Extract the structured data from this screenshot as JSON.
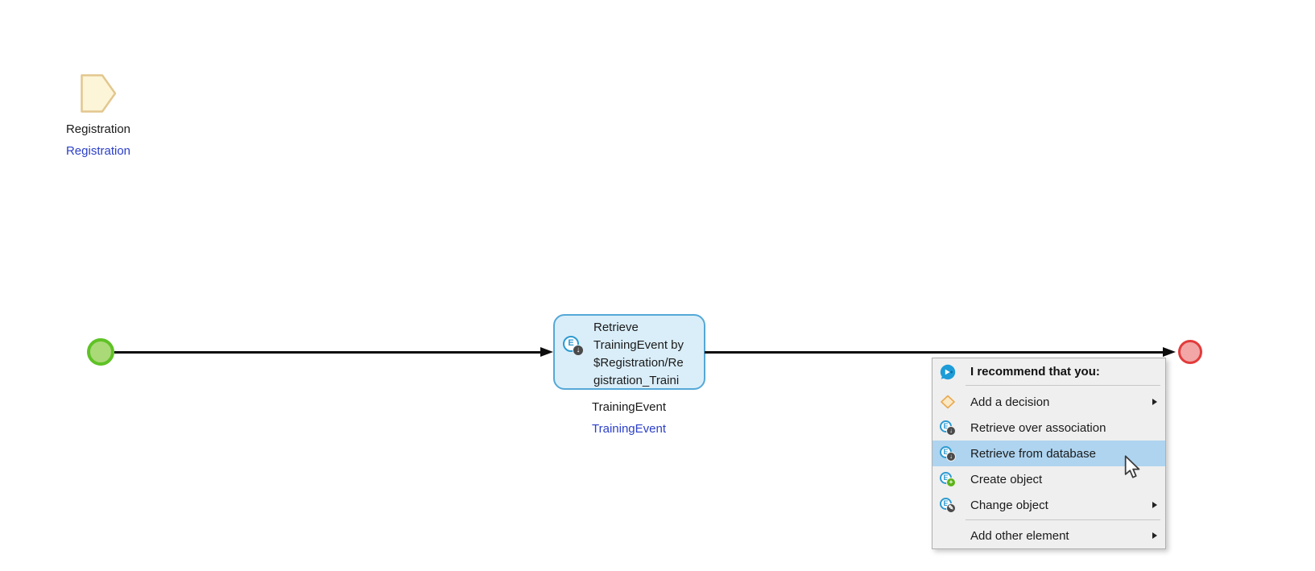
{
  "canvas": {
    "parameter": {
      "caption": "Registration",
      "entity_caption": "Registration",
      "icon": "parameter-icon"
    },
    "activity": {
      "caption_lines": [
        "Retrieve",
        "TrainingEvent by",
        "$Registration/Re",
        "gistration_Traini"
      ],
      "icon": "retrieve-activity-icon",
      "output_caption": "TrainingEvent",
      "output_entity_caption": "TrainingEvent"
    },
    "start_event_icon": "start-event",
    "end_event_icon": "end-event"
  },
  "menu": {
    "title": "I recommend that you:",
    "title_icon": "mendix-assist-icon",
    "items": [
      {
        "label": "Add a decision",
        "icon": "decision-icon",
        "has_submenu": true,
        "highlighted": false
      },
      {
        "label": "Retrieve over association",
        "icon": "retrieve-icon",
        "has_submenu": false,
        "highlighted": false
      },
      {
        "label": "Retrieve from database",
        "icon": "retrieve-icon",
        "has_submenu": false,
        "highlighted": true
      },
      {
        "label": "Create object",
        "icon": "create-object-icon",
        "has_submenu": false,
        "highlighted": false
      },
      {
        "label": "Change object",
        "icon": "change-object-icon",
        "has_submenu": true,
        "highlighted": false
      }
    ],
    "footer_item": {
      "label": "Add other element",
      "has_submenu": true
    }
  },
  "colors": {
    "menu_background": "#efefef",
    "menu_highlight": "#aed4f0",
    "activity_fill": "#daeef9",
    "activity_border": "#55a8d7",
    "start_fill": "#aad978",
    "start_border": "#5fc226",
    "end_fill": "#f2a6a6",
    "end_border": "#e23b3b",
    "parameter_fill": "#fdf5d8",
    "parameter_border": "#e2c78e",
    "link_blue": "#2b3fc9",
    "assist_blue": "#1e9cd8",
    "badge_dark": "#4a4a4a",
    "badge_green": "#5cb317"
  }
}
